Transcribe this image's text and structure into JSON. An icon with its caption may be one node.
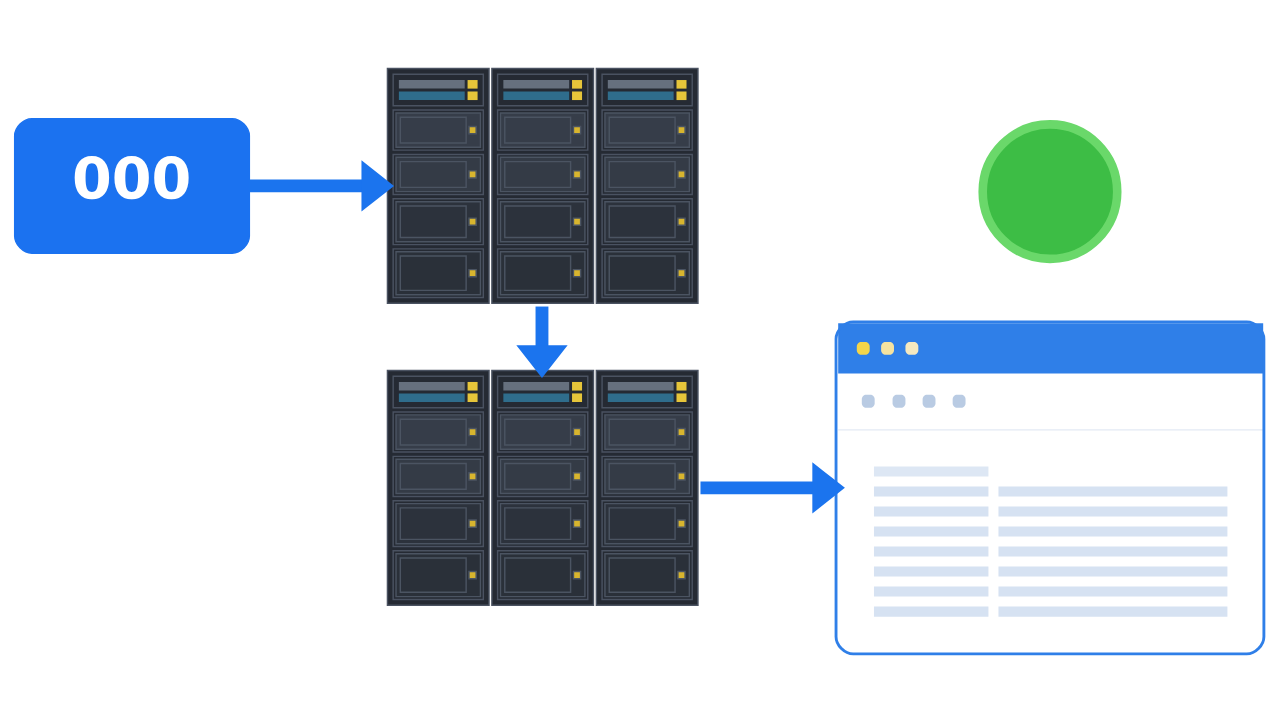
{
  "diagram": {
    "nodes": [
      {
        "text": [
          "000"
        ]
      },
      {
        "text": [],
        "shape": "picture"
      },
      {
        "text": [],
        "shape": "picture"
      },
      {
        "text": [],
        "shape": "circle"
      },
      {
        "text": [],
        "shape": "picture"
      }
    ],
    "edges": [
      {
        "from": 0,
        "to": 1,
        "arrow": "to"
      },
      {
        "from": 1,
        "to": 2,
        "arrow": "to"
      },
      {
        "from": 2,
        "to": 4,
        "arrow": "to"
      }
    ]
  }
}
